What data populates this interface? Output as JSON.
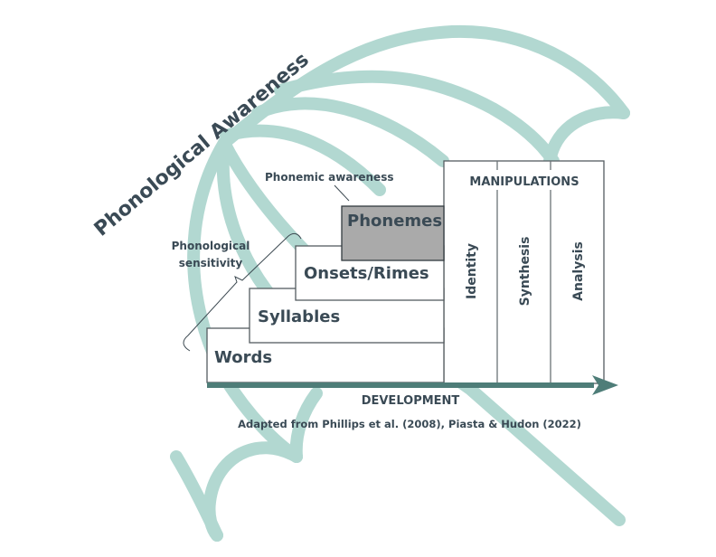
{
  "title": "Phonological Awareness",
  "labels": {
    "phonemic_awareness": "Phonemic awareness",
    "phonological_sensitivity_line1": "Phonological",
    "phonological_sensitivity_line2": "sensitivity"
  },
  "levels": [
    {
      "label": "Words",
      "highlight": false
    },
    {
      "label": "Syllables",
      "highlight": false
    },
    {
      "label": "Onsets/Rimes",
      "highlight": false
    },
    {
      "label": "Phonemes",
      "highlight": true
    }
  ],
  "manipulations": {
    "header": "MANIPULATIONS",
    "columns": [
      "Identity",
      "Synthesis",
      "Analysis"
    ]
  },
  "axis": {
    "label": "DEVELOPMENT"
  },
  "citation": "Adapted from Phillips et al. (2008), Piasta & Hudon (2022)",
  "colors": {
    "umbrella": "#b2d8d1",
    "arrow": "#4e7d78",
    "text": "#3a4a55",
    "highlight_box": "#aaaaaa"
  }
}
